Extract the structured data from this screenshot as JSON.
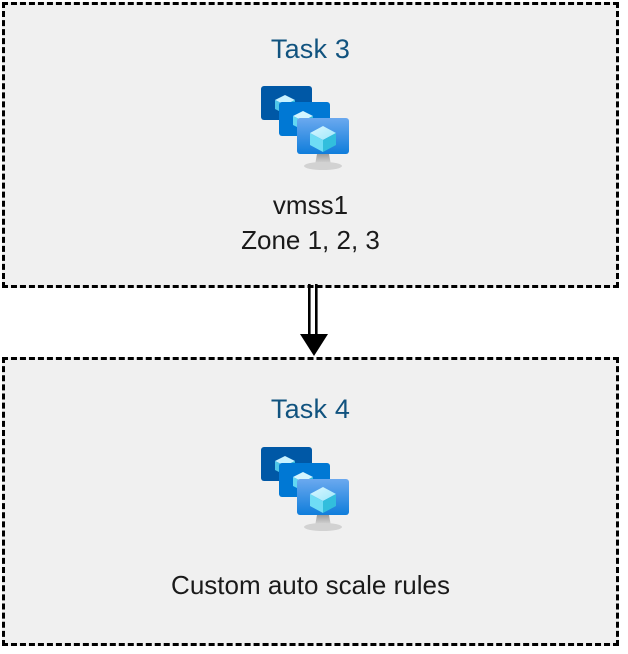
{
  "diagram": {
    "background_color": "#ffffff",
    "box_fill_color": "#f0f0f0",
    "box_border_color": "#000000",
    "title_color": "#11537f",
    "caption_color": "#1a1a1a",
    "connector_color": "#000000",
    "icon_name": "azure-vm-scale-set-icon",
    "icon_colors": {
      "monitor_back": "#0058a6",
      "monitor_middle": "#0078d4",
      "monitor_front_top": "#5ea0ef",
      "monitor_front_bottom": "#0f7ddb",
      "cube_light": "#c3f1ff",
      "cube_mid": "#9cebff",
      "cube_dark": "#32bedd",
      "stand": "#b3b3b3"
    },
    "boxes": [
      {
        "title": "Task 3",
        "icon": "azure-vm-scale-set-icon",
        "caption_lines": [
          "vmss1",
          "Zone 1, 2, 3"
        ]
      },
      {
        "title": "Task 4",
        "icon": "azure-vm-scale-set-icon",
        "caption_lines": [
          "Custom auto scale rules"
        ]
      }
    ],
    "connector": {
      "name": "double-line-down-arrow",
      "from": "Task 3",
      "to": "Task 4",
      "style": "double-line-with-filled-arrowhead",
      "direction": "down"
    }
  }
}
